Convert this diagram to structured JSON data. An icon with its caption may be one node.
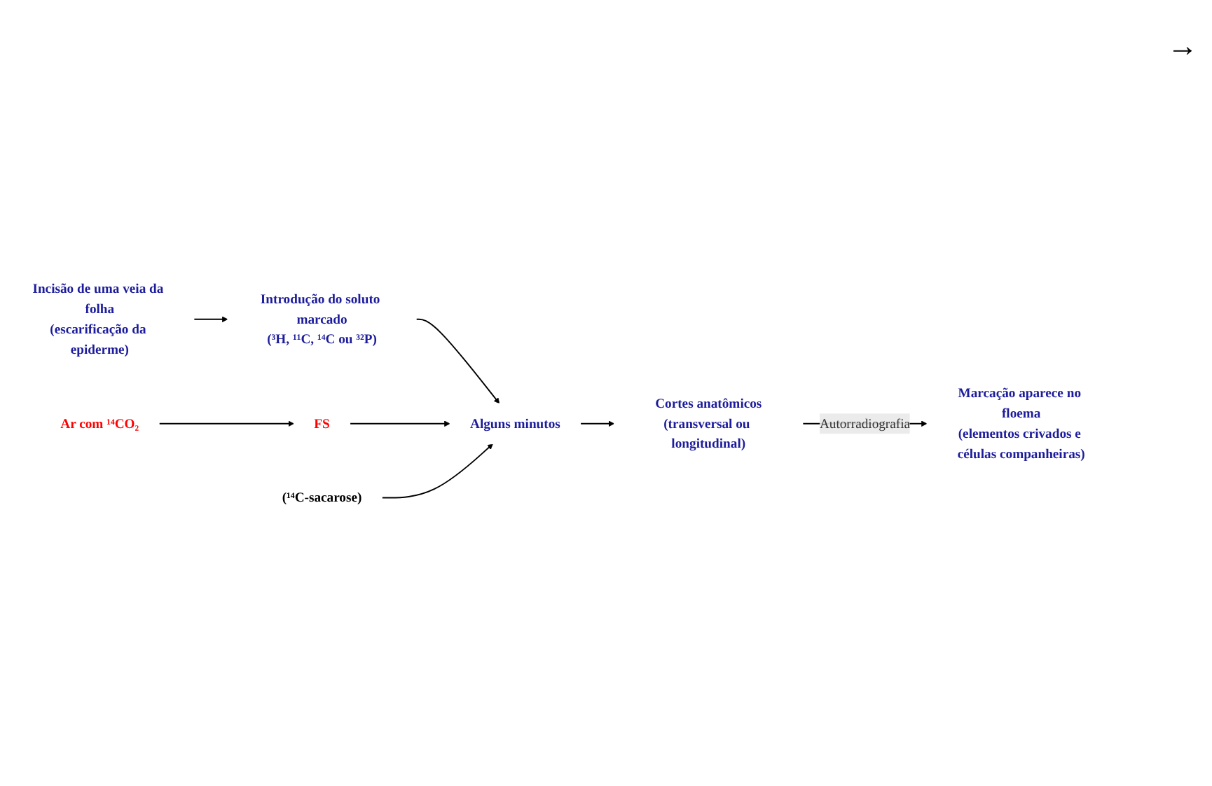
{
  "diagram": {
    "nodes": [
      {
        "text": [
          "Incisão de uma veia da folha",
          "(escarificação da epiderme)"
        ]
      },
      {
        "text": [
          "Introdução do soluto marcado",
          "(³H, ¹¹C, ¹⁴C ou ³²P)"
        ]
      },
      {
        "text": [
          "Ar com ¹⁴CO₂"
        ]
      },
      {
        "text": [
          "FS"
        ]
      },
      {
        "text": [
          "(¹⁴C-sacarose)"
        ]
      },
      {
        "text": [
          "Alguns minutos"
        ]
      },
      {
        "text": [
          "Cortes anatômicos",
          "(transversal ou longitudinal)"
        ]
      },
      {
        "text": [
          "Marcação aparece no floema",
          "(elementos crivados e células companheiras)"
        ]
      }
    ],
    "edges": [
      {
        "from": 0,
        "to": 1,
        "arrow": "to"
      },
      {
        "from": 1,
        "to": 5,
        "arrow": "to"
      },
      {
        "from": 2,
        "to": 3,
        "arrow": "to"
      },
      {
        "from": 3,
        "to": 5,
        "arrow": "to"
      },
      {
        "from": 4,
        "to": 5,
        "arrow": "to"
      },
      {
        "from": 5,
        "to": 6,
        "arrow": "to"
      },
      {
        "from": 6,
        "to": 7,
        "label": "Autorradiografia",
        "arrow": "to"
      }
    ],
    "labels": [
      "→"
    ]
  }
}
